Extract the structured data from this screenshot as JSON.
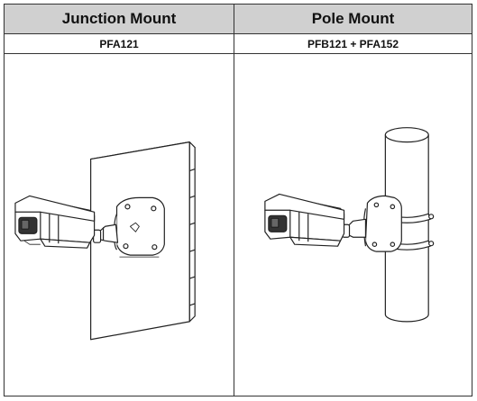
{
  "table": {
    "columns": [
      {
        "header": "Junction Mount",
        "model": "PFA121"
      },
      {
        "header": "Pole Mount",
        "model": "PFB121 + PFA152"
      }
    ]
  }
}
